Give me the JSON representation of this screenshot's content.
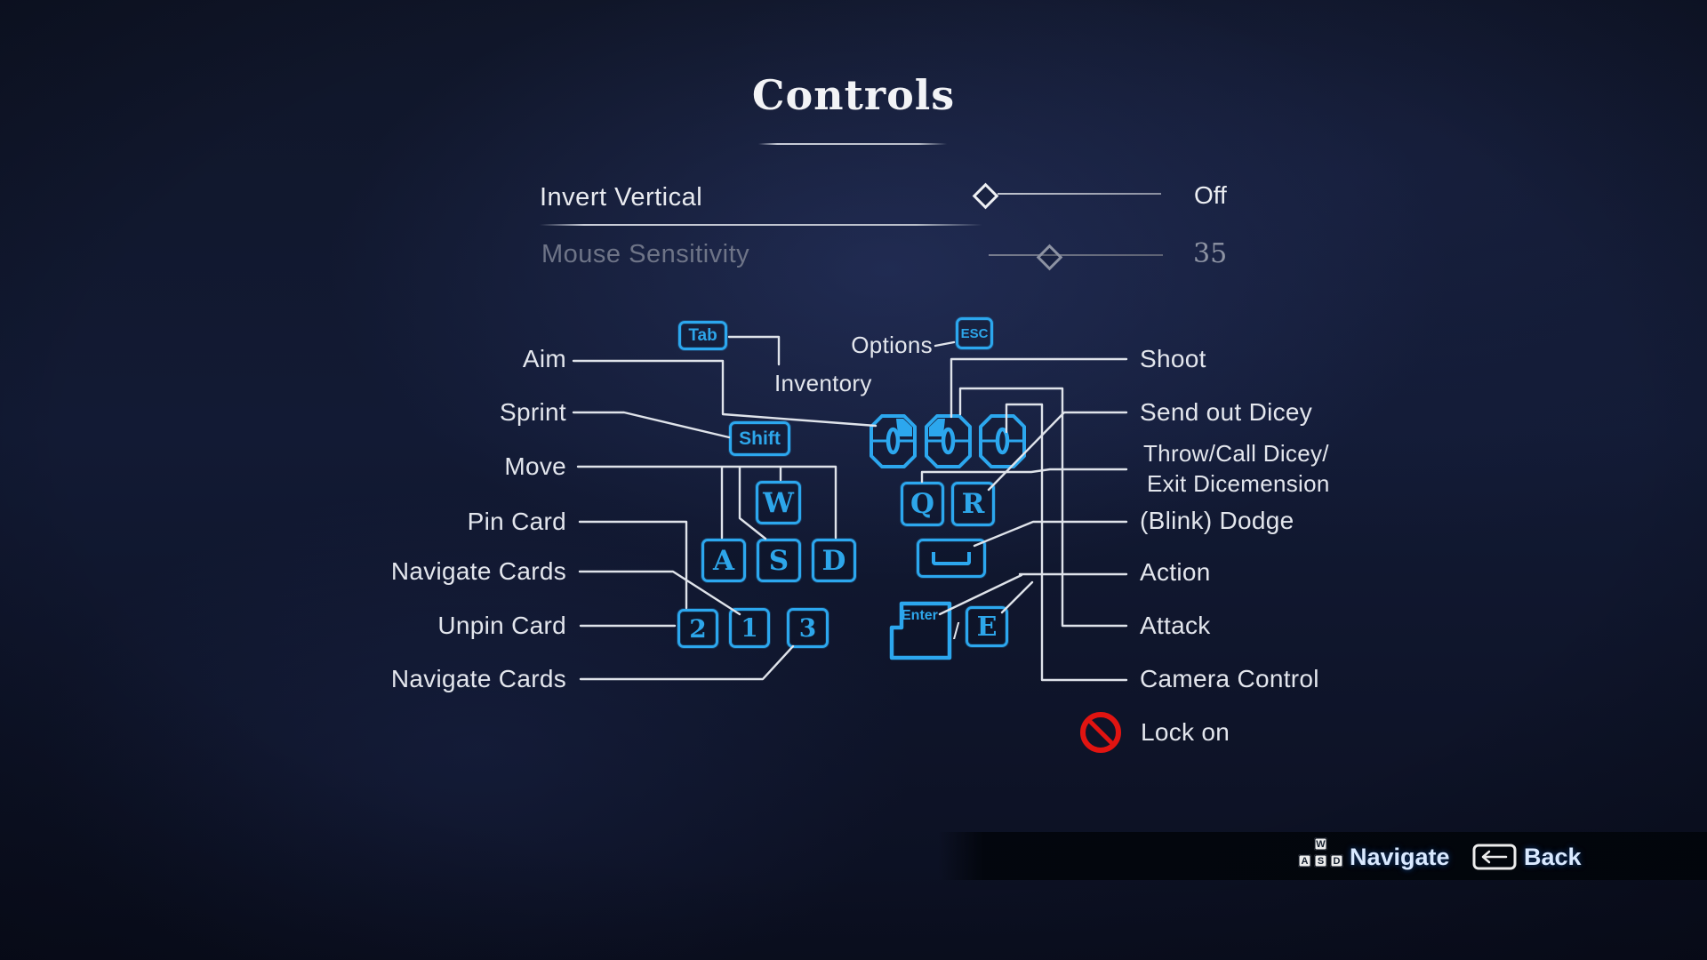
{
  "title": "Controls",
  "settings": {
    "rows": [
      {
        "label": "Invert Vertical",
        "value": "Off"
      },
      {
        "label": "Mouse Sensitivity",
        "value": "35"
      }
    ]
  },
  "diagram": {
    "left_labels": [
      "Aim",
      "Sprint",
      "Move",
      "Pin Card",
      "Navigate Cards",
      "Unpin Card",
      "Navigate Cards"
    ],
    "center_labels": {
      "inventory": "Inventory",
      "options": "Options"
    },
    "right_labels": {
      "shoot": "Shoot",
      "send_out_dicey": "Send out Dicey",
      "throw_line1": "Throw/Call Dicey/",
      "throw_line2": "Exit Dicemension",
      "blink_dodge": "(Blink) Dodge",
      "action": "Action",
      "attack": "Attack",
      "camera_control": "Camera Control",
      "lock_on": "Lock on"
    },
    "keys": {
      "tab": "Tab",
      "esc": "ESC",
      "shift": "Shift",
      "w": "W",
      "a": "A",
      "s": "S",
      "d": "D",
      "q": "Q",
      "r": "R",
      "two": "2",
      "one": "1",
      "three": "3",
      "enter": "Enter",
      "slash": "/",
      "e": "E"
    },
    "mice": [
      "right-mouse-button",
      "left-mouse-button",
      "middle-mouse-button"
    ],
    "icons": {
      "lock_on": "prohibition-icon",
      "space": "spacebar-icon"
    },
    "colors": {
      "key_blue": "#2ca7ee",
      "line": "#dfe3ea",
      "label": "#e3e6ed",
      "dimmed": "#6e7487",
      "lock_red": "#e11411"
    }
  },
  "footer": {
    "navigate": "Navigate",
    "back": "Back",
    "wasd": {
      "w": "W",
      "a": "A",
      "s": "S",
      "d": "D"
    }
  }
}
